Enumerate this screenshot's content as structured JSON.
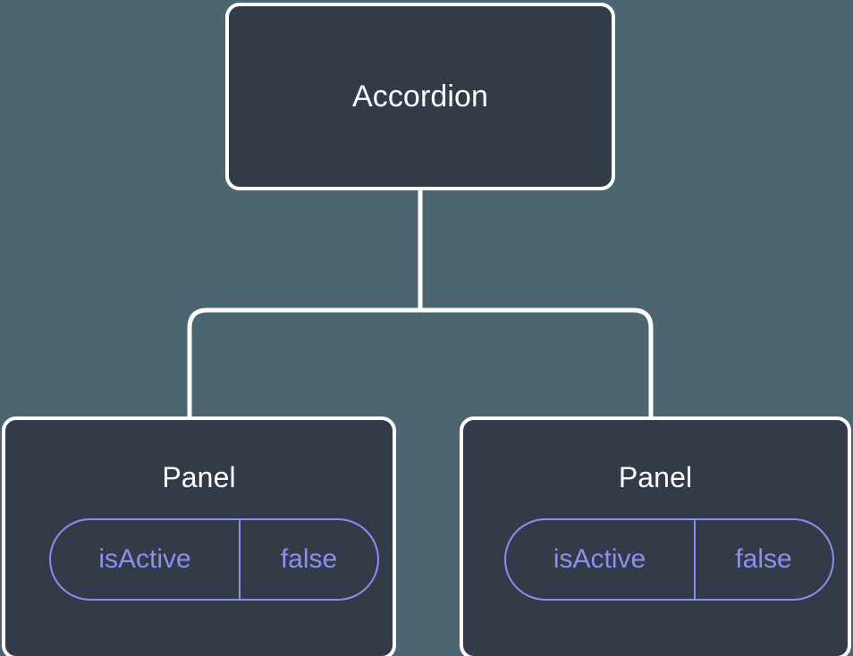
{
  "canvas": {
    "background_color": "#4b6670",
    "node_fill_color": "#343b48",
    "node_border_color": "#ffffff",
    "edge_color": "#ffffff",
    "prop_accent_color": "#8b8ff0",
    "prop_text_color": "#8b8fee",
    "title_text_color": "#ffffff"
  },
  "tree": {
    "root": {
      "title": "Accordion"
    },
    "children": [
      {
        "title": "Panel",
        "props": [
          {
            "key": "isActive",
            "value": "false"
          }
        ]
      },
      {
        "title": "Panel",
        "props": [
          {
            "key": "isActive",
            "value": "false"
          }
        ]
      }
    ]
  }
}
